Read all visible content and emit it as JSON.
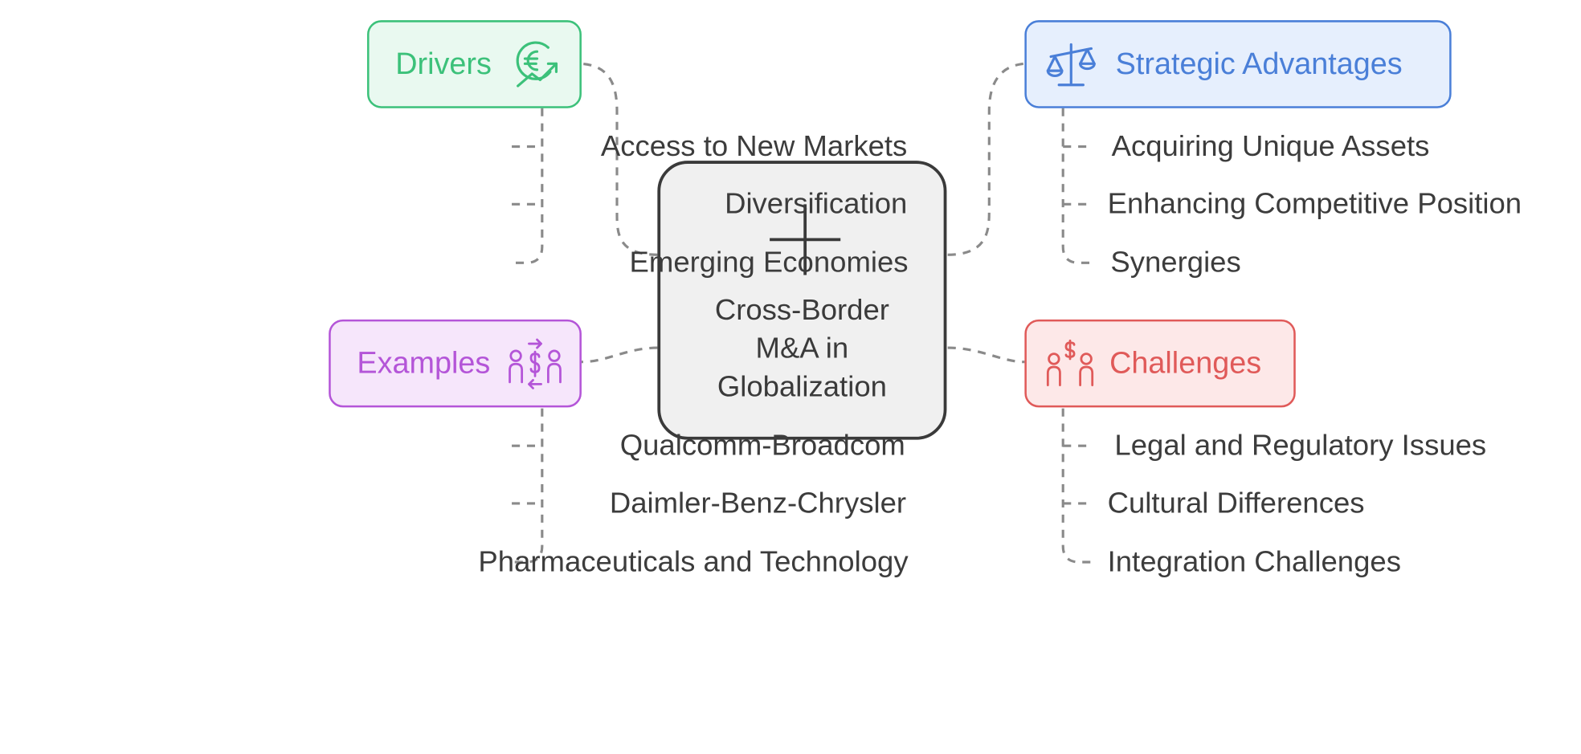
{
  "center": {
    "title_lines": [
      "Cross-Border",
      "M&A in",
      "Globalization"
    ],
    "icon": "plus-icon"
  },
  "branches": {
    "drivers": {
      "label": "Drivers",
      "icon": "euro-growth-icon",
      "color": "#3cc17a",
      "fill": "#e9f9f0",
      "items": [
        "Access to New Markets",
        "Diversification",
        "Emerging Economies"
      ]
    },
    "strategic": {
      "label": "Strategic Advantages",
      "icon": "balance-scale-icon",
      "color": "#4a7fd8",
      "fill": "#e6effd",
      "items": [
        "Acquiring Unique Assets",
        "Enhancing Competitive Position",
        "Synergies"
      ]
    },
    "examples": {
      "label": "Examples",
      "icon": "people-exchange-money-icon",
      "color": "#b455d8",
      "fill": "#f6e6fb",
      "items": [
        "Qualcomm-Broadcom",
        "Daimler-Benz-Chrysler",
        "Pharmaceuticals and Technology"
      ]
    },
    "challenges": {
      "label": "Challenges",
      "icon": "people-money-icon",
      "color": "#e05a59",
      "fill": "#fde8e8",
      "items": [
        "Legal and Regulatory Issues",
        "Cultural Differences",
        "Integration Challenges"
      ]
    }
  },
  "connector_color": "#8a8a8a"
}
